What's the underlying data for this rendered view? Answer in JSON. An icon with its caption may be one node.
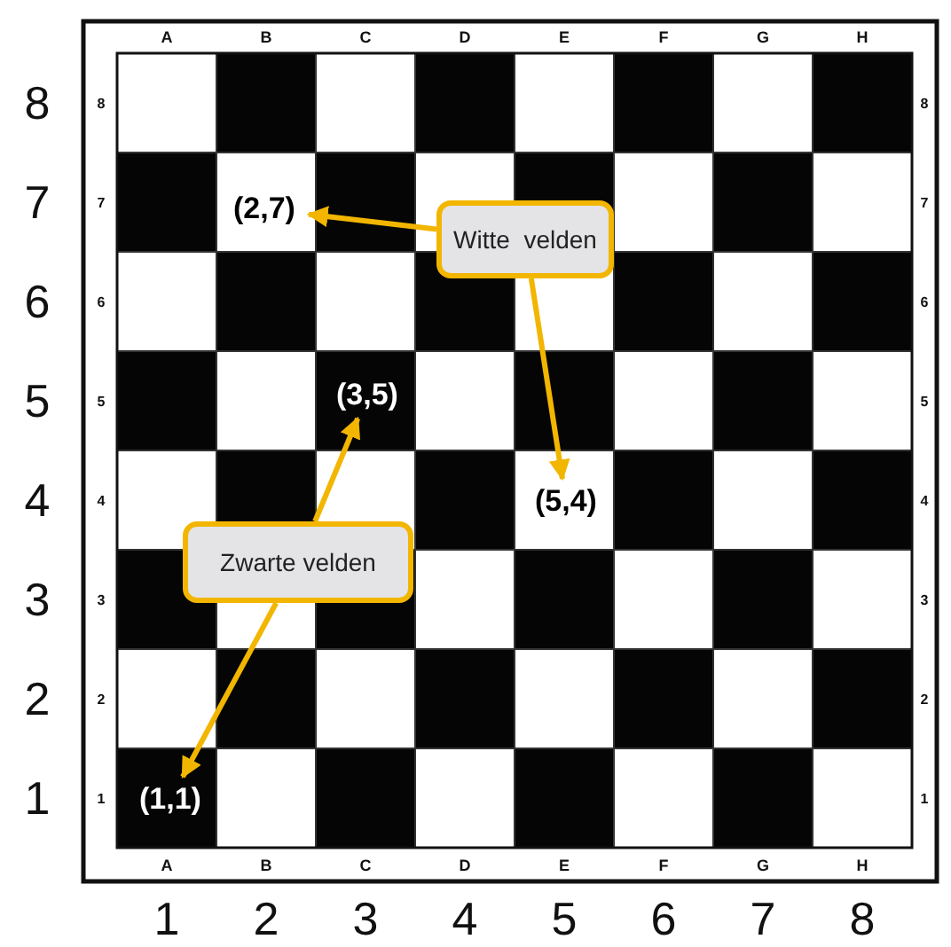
{
  "diagram": {
    "nodes": [
      {
        "text": [
          "Witte  velden"
        ]
      },
      {
        "text": [
          "(2,7)"
        ]
      },
      {
        "text": [
          "(5,4)"
        ]
      },
      {
        "text": [
          "Zwarte velden"
        ]
      },
      {
        "text": [
          "(3,5)"
        ]
      },
      {
        "text": [
          "(1,1)"
        ]
      }
    ],
    "edges": [
      {
        "from": 0,
        "to": 1,
        "arrow": "to"
      },
      {
        "from": 0,
        "to": 2,
        "arrow": "to"
      },
      {
        "from": 3,
        "to": 4,
        "arrow": "to"
      },
      {
        "from": 3,
        "to": 5,
        "arrow": "to"
      }
    ],
    "labels": [
      "A",
      "B",
      "C",
      "D",
      "E",
      "F",
      "G",
      "H",
      "8",
      "7",
      "6",
      "5",
      "4",
      "3",
      "2",
      "1",
      "8",
      "7",
      "6",
      "5",
      "4",
      "3",
      "2",
      "1",
      "8",
      "7",
      "6",
      "5",
      "4",
      "3",
      "2",
      "1",
      "A",
      "B",
      "C",
      "D",
      "E",
      "F",
      "G",
      "H",
      "1",
      "2",
      "3",
      "4",
      "5",
      "6",
      "7",
      "8"
    ]
  }
}
